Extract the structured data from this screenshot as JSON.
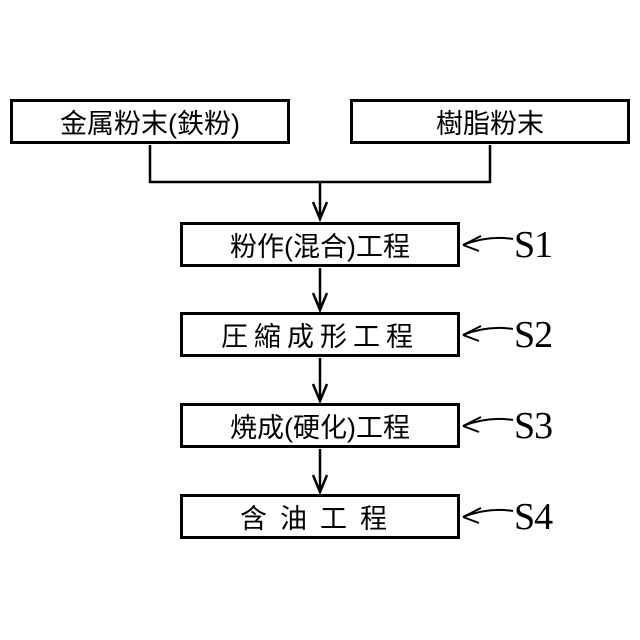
{
  "figure": {
    "background_color": "#ffffff",
    "line_color": "#000000",
    "inputs": [
      {
        "label": "金属粉末(鉄粉)"
      },
      {
        "label": "樹脂粉末"
      }
    ],
    "steps": [
      {
        "label": "粉作(混合)工程",
        "ref": "S1"
      },
      {
        "label": "圧縮成形工程",
        "ref": "S2"
      },
      {
        "label": "焼成(硬化)工程",
        "ref": "S3"
      },
      {
        "label": "含油工程",
        "ref": "S4"
      }
    ]
  }
}
